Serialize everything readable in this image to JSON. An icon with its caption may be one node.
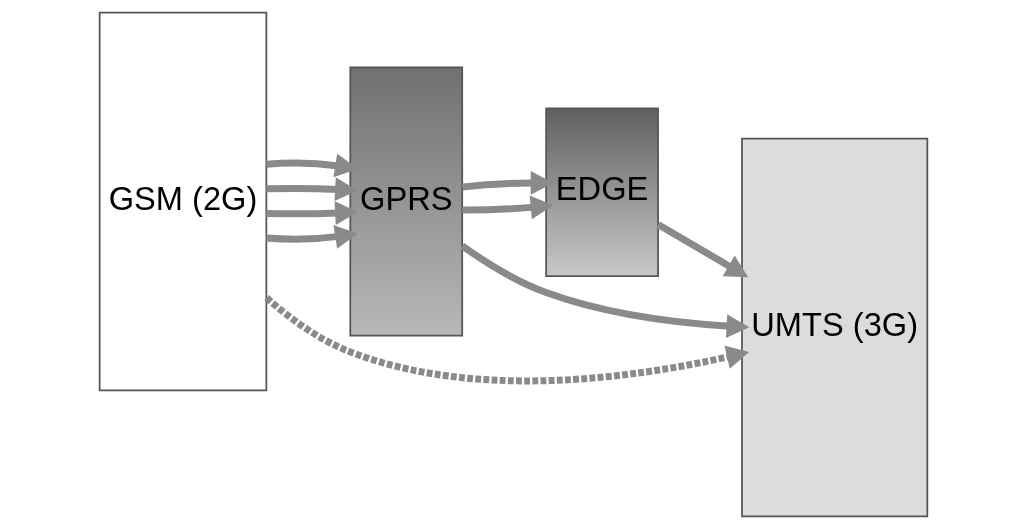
{
  "diagram": {
    "nodes": [
      {
        "text": [
          "GSM (2G)"
        ]
      },
      {
        "text": [
          "GPRS"
        ]
      },
      {
        "text": [
          "EDGE"
        ]
      },
      {
        "text": [
          "UMTS (3G)"
        ]
      }
    ],
    "edges": [
      {
        "from": 0,
        "to": 1,
        "arrow": "to"
      },
      {
        "from": 0,
        "to": 1,
        "arrow": "to"
      },
      {
        "from": 0,
        "to": 1,
        "arrow": "to"
      },
      {
        "from": 0,
        "to": 1,
        "arrow": "to"
      },
      {
        "from": 1,
        "to": 2,
        "arrow": "to"
      },
      {
        "from": 1,
        "to": 2,
        "arrow": "to"
      },
      {
        "from": 2,
        "to": 3,
        "arrow": "to"
      },
      {
        "from": 1,
        "to": 3,
        "arrow": "to"
      },
      {
        "from": 0,
        "to": 3,
        "arrow": "to",
        "style": "dashed"
      }
    ]
  }
}
